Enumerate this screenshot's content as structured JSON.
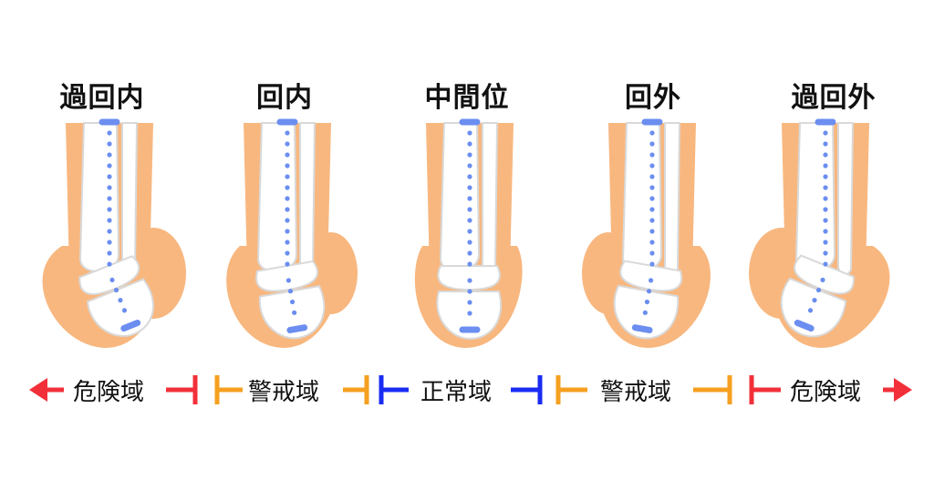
{
  "positions": [
    {
      "label": "過回内"
    },
    {
      "label": "回内"
    },
    {
      "label": "中間位"
    },
    {
      "label": "回外"
    },
    {
      "label": "過回外"
    }
  ],
  "zones": [
    {
      "label": "危険域",
      "color": "#f2303a"
    },
    {
      "label": "警戒域",
      "color": "#f5a020"
    },
    {
      "label": "正常域",
      "color": "#1a2cf2"
    },
    {
      "label": "警戒域",
      "color": "#f5a020"
    },
    {
      "label": "危険域",
      "color": "#f2303a"
    }
  ],
  "colors": {
    "skin": "#f8b77f",
    "bone_fill": "#ffffff",
    "bone_outline": "#d9d9d9",
    "alignment_line": "#6b8ef0"
  }
}
